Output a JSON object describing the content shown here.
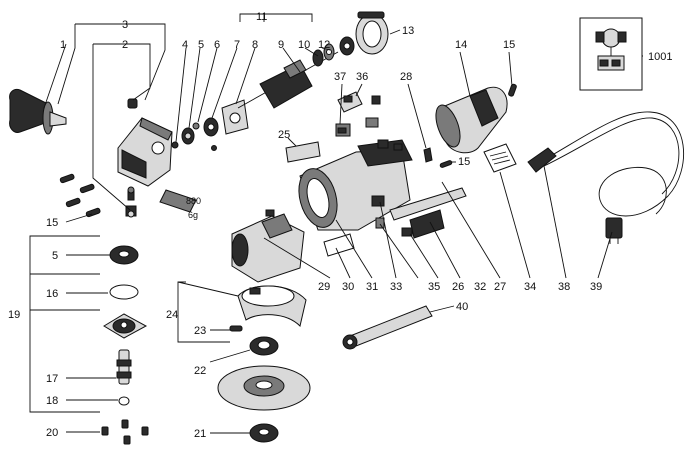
{
  "diagram": {
    "labels": {
      "p1": "1",
      "p2": "2",
      "p3": "3",
      "p4": "4",
      "p5": "5",
      "p6": "6",
      "p7": "7",
      "p8": "8",
      "p9": "9",
      "p10": "10",
      "p11": "11",
      "p12": "12",
      "p13": "13",
      "p14": "14",
      "p15": "15",
      "p15b": "15",
      "p15c": "15",
      "p5b": "5",
      "p16": "16",
      "p17": "17",
      "p18": "18",
      "p19": "19",
      "p20": "20",
      "p21": "21",
      "p22": "22",
      "p23": "23",
      "p24": "24",
      "p25": "25",
      "p26": "26",
      "p27": "27",
      "p28": "28",
      "p29": "29",
      "p30": "30",
      "p31": "31",
      "p32": "32",
      "p33": "33",
      "p34": "34",
      "p35": "35",
      "p36": "36",
      "p37": "37",
      "p38": "38",
      "p39": "39",
      "p40": "40",
      "p1001": "1001"
    },
    "tag_880": "880",
    "tag_6g": "6g"
  }
}
